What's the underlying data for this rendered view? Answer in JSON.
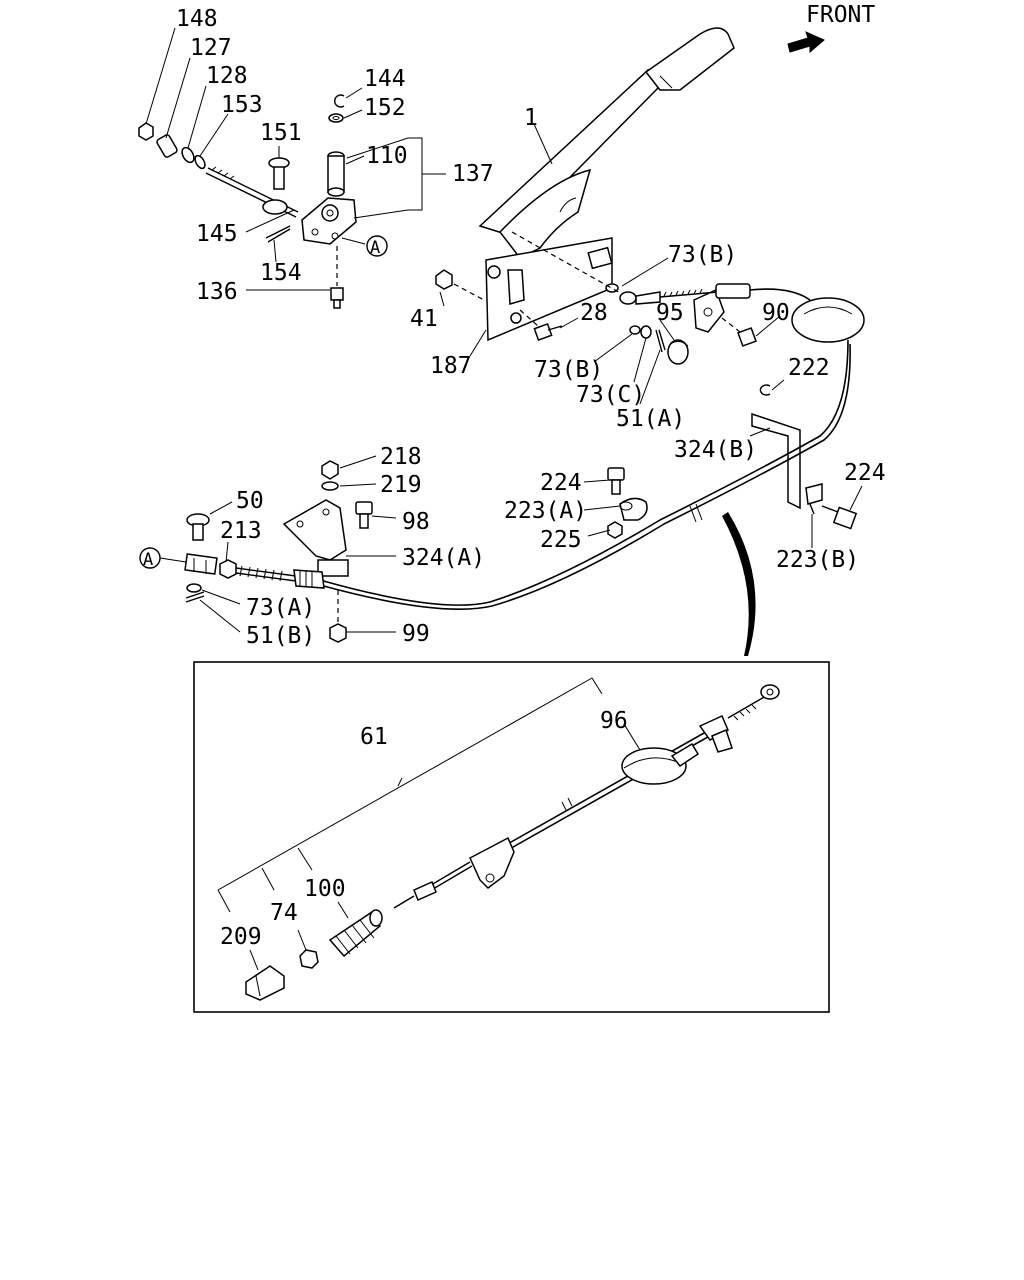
{
  "front_label": "FRONT",
  "ref_marker": "A",
  "callouts": {
    "c148": "148",
    "c127": "127",
    "c128": "128",
    "c153": "153",
    "c151": "151",
    "c144": "144",
    "c152": "152",
    "c110": "110",
    "c137": "137",
    "c145": "145",
    "c154": "154",
    "c136": "136",
    "c1": "1",
    "c73b_top": "73(B)",
    "c41": "41",
    "c28": "28",
    "c95": "95",
    "c90": "90",
    "c187": "187",
    "c73b_mid": "73(B)",
    "c73c": "73(C)",
    "c51a": "51(A)",
    "c222": "222",
    "c324b": "324(B)",
    "c218": "218",
    "c219": "219",
    "c224_mid": "224",
    "c224_right": "224",
    "c50": "50",
    "c98": "98",
    "c223a": "223(A)",
    "c213": "213",
    "c324a": "324(A)",
    "c225": "225",
    "c223b": "223(B)",
    "c73a": "73(A)",
    "c51b": "51(B)",
    "c99": "99",
    "c61": "61",
    "c96": "96",
    "c100": "100",
    "c74": "74",
    "c209": "209"
  }
}
